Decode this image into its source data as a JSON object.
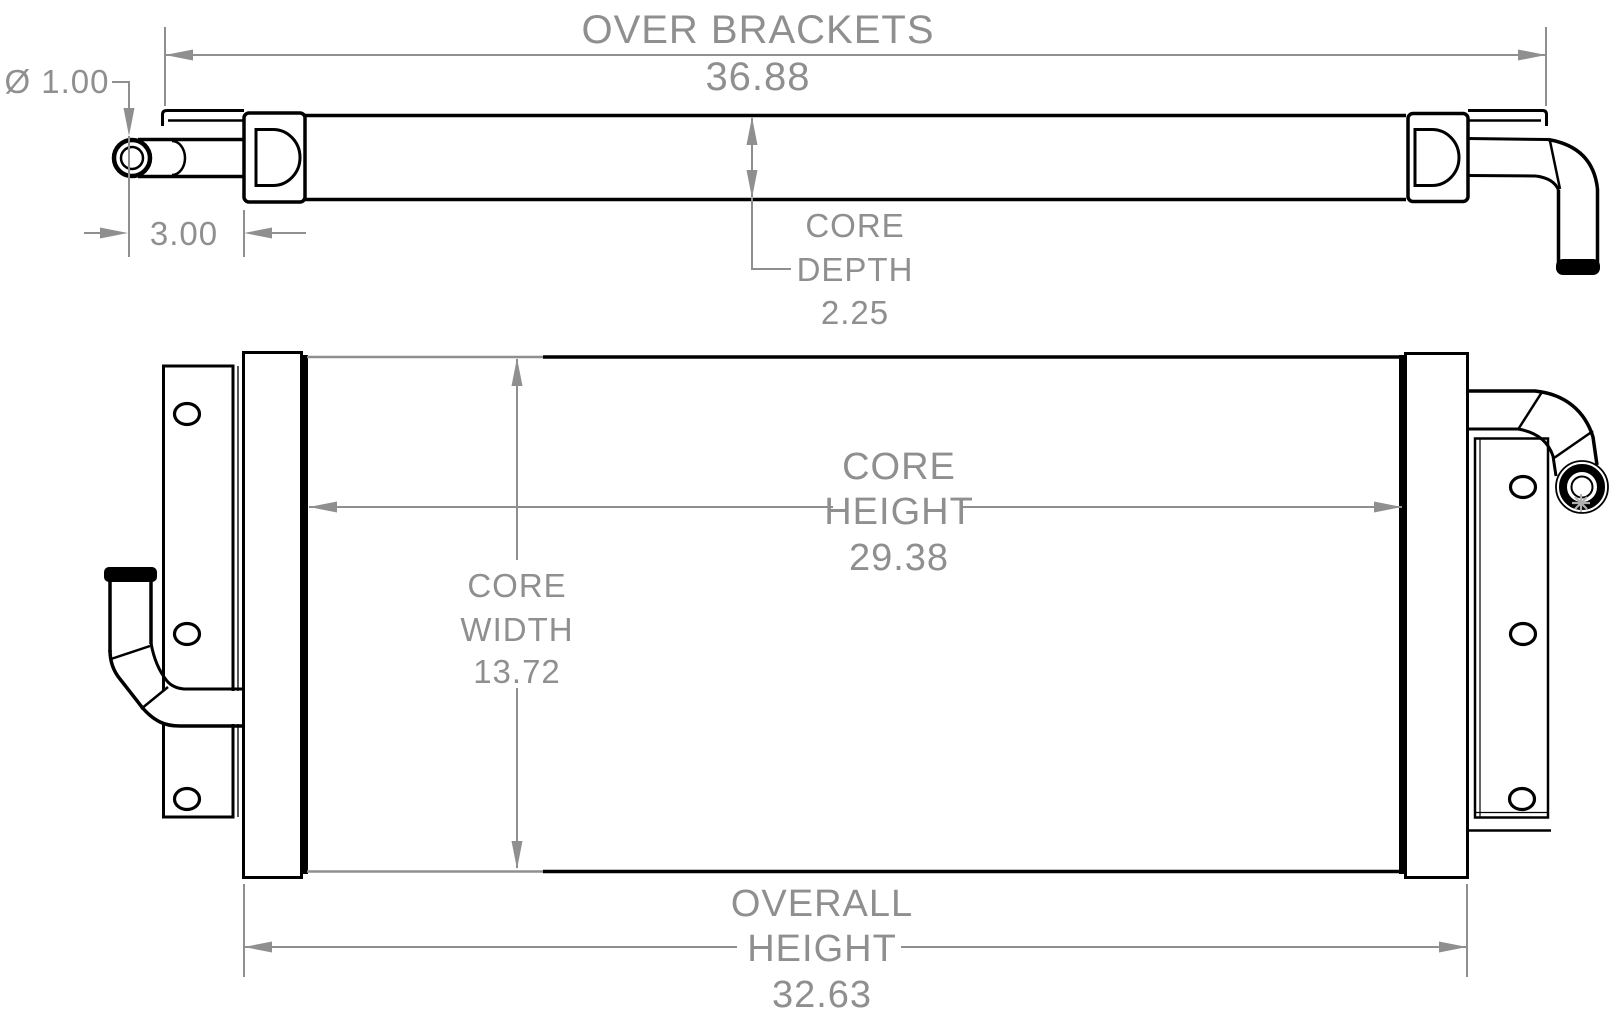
{
  "drawing": {
    "kind": "technical-dimension-drawing",
    "colors": {
      "part_line": "#000000",
      "dimension": "#8f8f8f",
      "background": "#ffffff"
    },
    "dimensions": {
      "over_brackets": {
        "label": "OVER BRACKETS",
        "value": "36.88"
      },
      "tube_diameter": {
        "label": "Ø 1.00"
      },
      "tube_extension": {
        "value": "3.00"
      },
      "core_depth": {
        "line1": "CORE",
        "line2": "DEPTH",
        "value": "2.25"
      },
      "core_height": {
        "line1": "CORE",
        "line2": "HEIGHT",
        "value": "29.38"
      },
      "core_width": {
        "line1": "CORE",
        "line2": "WIDTH",
        "value": "13.72"
      },
      "overall_height": {
        "line1": "OVERALL",
        "line2": "HEIGHT",
        "value": "32.63"
      }
    }
  }
}
